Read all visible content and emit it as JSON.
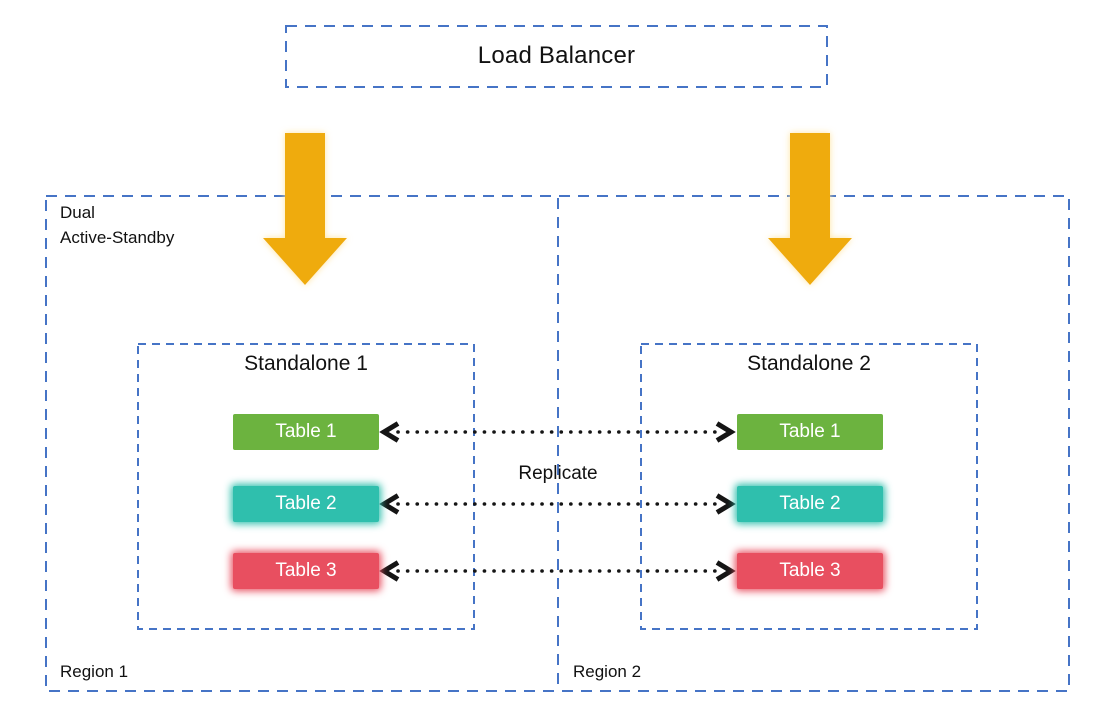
{
  "load_balancer": {
    "label": "Load Balancer"
  },
  "regions": {
    "mode_line1": "Dual",
    "mode_line2": "Active-Standby",
    "region1_label": "Region 1",
    "region2_label": "Region 2"
  },
  "standalone1": {
    "title": "Standalone 1",
    "tables": [
      {
        "label": "Table 1",
        "color": "#6CB33F"
      },
      {
        "label": "Table 2",
        "color": "#2FBFAD"
      },
      {
        "label": "Table 3",
        "color": "#E84F60"
      }
    ]
  },
  "standalone2": {
    "title": "Standalone 2",
    "tables": [
      {
        "label": "Table 1",
        "color": "#6CB33F"
      },
      {
        "label": "Table 2",
        "color": "#2FBFAD"
      },
      {
        "label": "Table 3",
        "color": "#E84F60"
      }
    ]
  },
  "replicate": {
    "label": "Replicate"
  },
  "colors": {
    "dashed_border": "#4674C6",
    "flow_arrow": "#EFAB0A",
    "flow_arrow_glow": "#FFE39B",
    "replicate_arrow": "#151515",
    "table_text": "#FFFFFF"
  }
}
